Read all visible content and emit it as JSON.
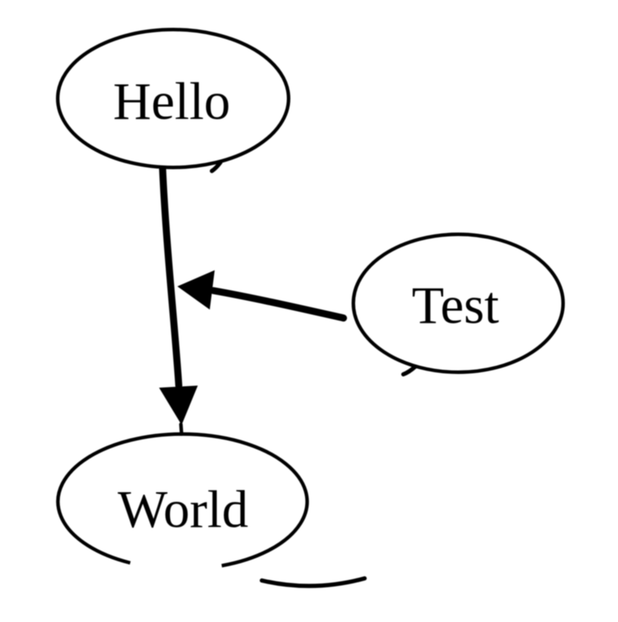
{
  "diagram": {
    "type": "directed-graph",
    "background_color": "#ffffff",
    "stroke_color": "#000000",
    "text_color": "#000000",
    "nodes": [
      {
        "id": "hello",
        "label": "Hello",
        "shape": "ellipse"
      },
      {
        "id": "test",
        "label": "Test",
        "shape": "ellipse"
      },
      {
        "id": "world",
        "label": "World",
        "shape": "ellipse"
      }
    ],
    "edges": [
      {
        "from": "Hello",
        "to": "World",
        "arrow": "filled-triangle",
        "direction": "down"
      },
      {
        "from": "Test",
        "to": "Hello-World edge",
        "arrow": "filled-triangle",
        "direction": "left"
      }
    ]
  }
}
